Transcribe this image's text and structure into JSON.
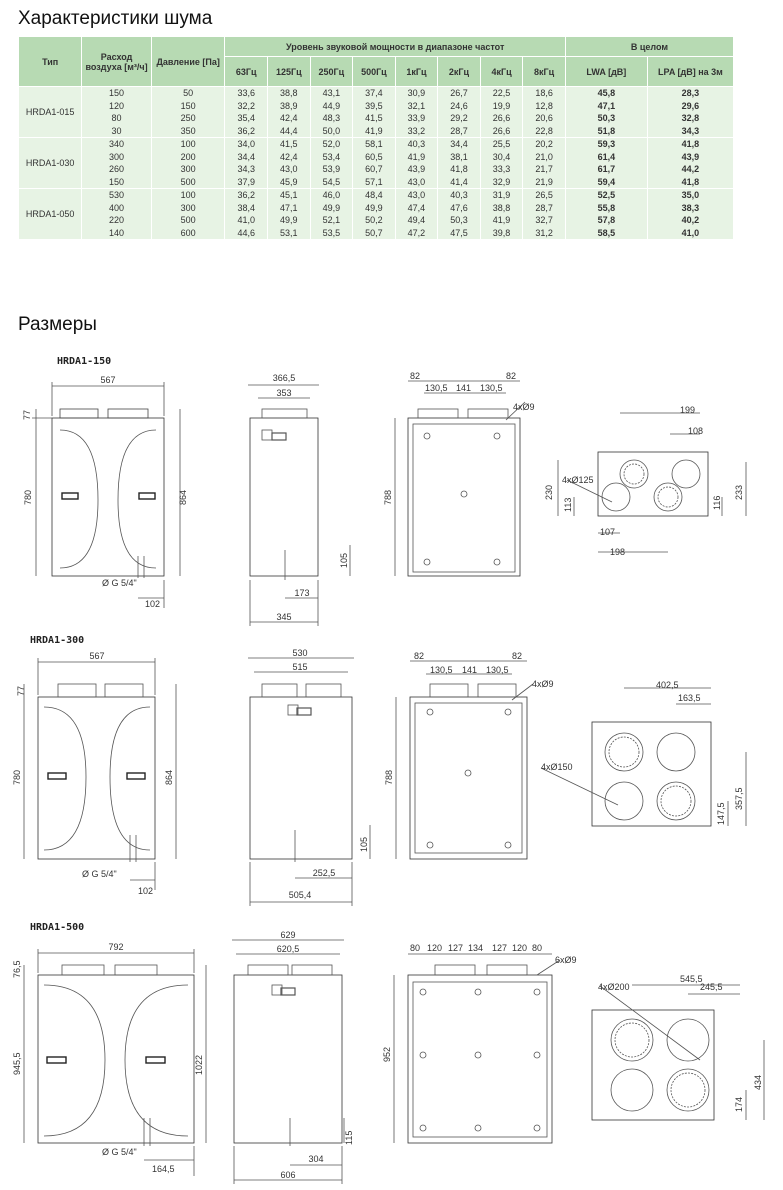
{
  "noise_section": {
    "title": "Характеристики шума",
    "headers": {
      "type": "Тип",
      "airflow": "Расход воздуха [м³/ч]",
      "pressure": "Давление [Па]",
      "sound_power": "Уровень звуковой мощности в диапазоне частот",
      "overall": "В целом",
      "freqs": [
        "63Гц",
        "125Гц",
        "250Гц",
        "500Гц",
        "1кГц",
        "2кГц",
        "4кГц",
        "8кГц"
      ],
      "lwa": "LWA [дВ]",
      "lpa": "LPA [дВ] на 3м"
    },
    "groups": [
      {
        "type": "HRDA1-015",
        "rows": [
          [
            "150",
            "50",
            "33,6",
            "38,8",
            "43,1",
            "37,4",
            "30,9",
            "26,7",
            "22,5",
            "18,6",
            "45,8",
            "28,3"
          ],
          [
            "120",
            "150",
            "32,2",
            "38,9",
            "44,9",
            "39,5",
            "32,1",
            "24,6",
            "19,9",
            "12,8",
            "47,1",
            "29,6"
          ],
          [
            "80",
            "250",
            "35,4",
            "42,4",
            "48,3",
            "41,5",
            "33,9",
            "29,2",
            "26,6",
            "20,6",
            "50,3",
            "32,8"
          ],
          [
            "30",
            "350",
            "36,2",
            "44,4",
            "50,0",
            "41,9",
            "33,2",
            "28,7",
            "26,6",
            "22,8",
            "51,8",
            "34,3"
          ]
        ]
      },
      {
        "type": "HRDA1-030",
        "rows": [
          [
            "340",
            "100",
            "34,0",
            "41,5",
            "52,0",
            "58,1",
            "40,3",
            "34,4",
            "25,5",
            "20,2",
            "59,3",
            "41,8"
          ],
          [
            "300",
            "200",
            "34,4",
            "42,4",
            "53,4",
            "60,5",
            "41,9",
            "38,1",
            "30,4",
            "21,0",
            "61,4",
            "43,9"
          ],
          [
            "260",
            "300",
            "34,3",
            "43,0",
            "53,9",
            "60,7",
            "43,9",
            "41,8",
            "33,3",
            "21,7",
            "61,7",
            "44,2"
          ],
          [
            "150",
            "500",
            "37,9",
            "45,9",
            "54,5",
            "57,1",
            "43,0",
            "41,4",
            "32,9",
            "21,9",
            "59,4",
            "41,8"
          ]
        ]
      },
      {
        "type": "HRDA1-050",
        "rows": [
          [
            "530",
            "100",
            "36,2",
            "45,1",
            "46,0",
            "48,4",
            "43,0",
            "40,3",
            "31,9",
            "26,5",
            "52,5",
            "35,0"
          ],
          [
            "400",
            "300",
            "38,4",
            "47,1",
            "49,9",
            "49,9",
            "47,4",
            "47,6",
            "38,8",
            "28,7",
            "55,8",
            "38,3"
          ],
          [
            "220",
            "500",
            "41,0",
            "49,9",
            "52,1",
            "50,2",
            "49,4",
            "50,3",
            "41,9",
            "32,7",
            "57,8",
            "40,2"
          ],
          [
            "140",
            "600",
            "44,6",
            "53,1",
            "53,5",
            "50,7",
            "47,2",
            "47,5",
            "39,8",
            "31,2",
            "58,5",
            "41,0"
          ]
        ]
      }
    ]
  },
  "dims_section": {
    "title": "Размеры",
    "models": [
      {
        "label": "HRDA1-150",
        "front": {
          "width": "567",
          "top": "77",
          "height_body": "780",
          "height_total": "864",
          "drain": "Ø G 5/4\"",
          "drain_offset": "102"
        },
        "side": {
          "w1": "366,5",
          "w2": "353",
          "drain_h": "105",
          "drain_x": "173",
          "bottom": "345"
        },
        "rear": {
          "d1": "82",
          "d2": "130,5",
          "d3": "141",
          "d4": "130,5",
          "d5": "82",
          "holes": "4xØ9",
          "height": "788"
        },
        "top": {
          "a": "199",
          "b": "108",
          "duct": "4xØ125",
          "c": "230",
          "d": "113",
          "e": "107",
          "f": "198",
          "g": "116",
          "h": "233"
        }
      },
      {
        "label": "HRDA1-300",
        "front": {
          "width": "567",
          "top": "77",
          "height_body": "780",
          "height_total": "864",
          "drain": "Ø G 5/4\"",
          "drain_offset": "102"
        },
        "side": {
          "w1": "530",
          "w2": "515",
          "drain_h": "105",
          "drain_x": "252,5",
          "bottom": "505,4"
        },
        "rear": {
          "d1": "82",
          "d2": "130,5",
          "d3": "141",
          "d4": "130,5",
          "d5": "82",
          "holes": "4xØ9",
          "height": "788"
        },
        "top": {
          "a": "402,5",
          "b": "163,5",
          "duct": "4xØ150",
          "g": "147,5",
          "h": "357,5"
        }
      },
      {
        "label": "HRDA1-500",
        "front": {
          "width": "792",
          "top": "76,5",
          "height_body": "945,5",
          "height_total": "1022",
          "drain": "Ø G 5/4\"",
          "drain_offset": "164,5"
        },
        "side": {
          "w1": "629",
          "w2": "620,5",
          "drain_h": "115",
          "drain_x": "304",
          "bottom": "606"
        },
        "rear": {
          "d1": "80",
          "d2": "120",
          "d3": "127",
          "d4": "134",
          "d5": "127",
          "d6": "120",
          "d7": "80",
          "holes": "6xØ9",
          "height": "952"
        },
        "top": {
          "a": "545,5",
          "b": "245,5",
          "duct": "4xØ200",
          "g": "174",
          "h": "434"
        }
      }
    ]
  }
}
